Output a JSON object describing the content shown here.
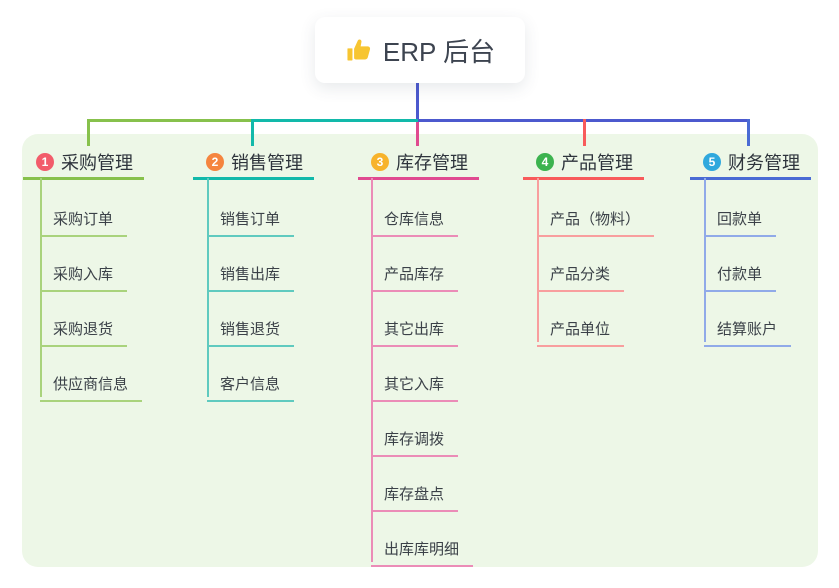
{
  "root": {
    "label": "ERP 后台",
    "icon": "thumbs-up-icon"
  },
  "branches": [
    {
      "index": "1",
      "label": "采购管理",
      "badge_color": "#f25c6b",
      "line_color": "#87c14c",
      "child_line_color": "#a9d37c",
      "children": [
        "采购订单",
        "采购入库",
        "采购退货",
        "供应商信息"
      ]
    },
    {
      "index": "2",
      "label": "销售管理",
      "badge_color": "#f5853f",
      "line_color": "#12b9aa",
      "child_line_color": "#5fcabf",
      "children": [
        "销售订单",
        "销售出库",
        "销售退货",
        "客户信息"
      ]
    },
    {
      "index": "3",
      "label": "库存管理",
      "badge_color": "#f7b32b",
      "line_color": "#e04a90",
      "child_line_color": "#eb8cb7",
      "children": [
        "仓库信息",
        "产品库存",
        "其它出库",
        "其它入库",
        "库存调拨",
        "库存盘点",
        "出库库明细"
      ]
    },
    {
      "index": "4",
      "label": "产品管理",
      "badge_color": "#3cb34f",
      "line_color": "#f85b5b",
      "child_line_color": "#f89e9e",
      "children": [
        "产品（物料）",
        "产品分类",
        "产品单位"
      ]
    },
    {
      "index": "5",
      "label": "财务管理",
      "badge_color": "#2fa8dd",
      "line_color": "#4a6bd4",
      "child_line_color": "#90aae8",
      "children": [
        "回款单",
        "付款单",
        "结算账户"
      ]
    }
  ],
  "colors": {
    "panel_background": "#edf7e7",
    "bus_blue": "#4c59ce",
    "bus_green": "#87c14c",
    "bus_teal": "#12b9aa",
    "root_text": "#3d4450",
    "thumb_icon": "#f7c531"
  }
}
